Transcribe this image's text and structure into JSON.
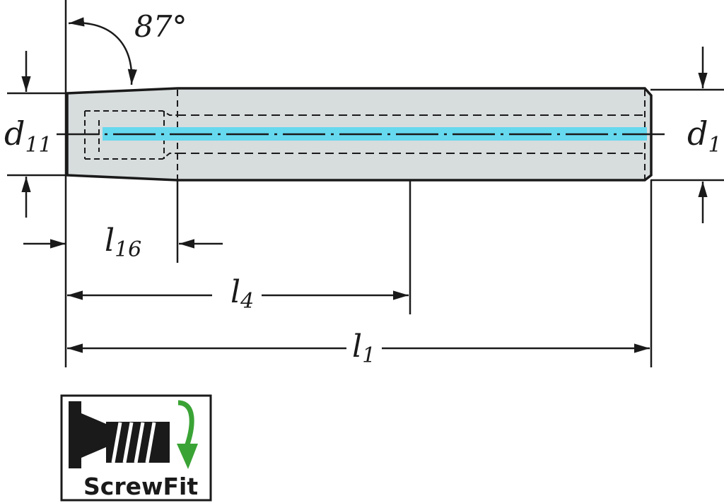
{
  "drawing": {
    "angle_label": "87°",
    "diameters": {
      "shank": {
        "symbol": "d",
        "subscript": "11"
      },
      "body": {
        "symbol": "d",
        "subscript": "1"
      }
    },
    "lengths": {
      "l16": {
        "symbol": "l",
        "subscript": "16"
      },
      "l4": {
        "symbol": "l",
        "subscript": "4"
      },
      "l1": {
        "symbol": "l",
        "subscript": "1"
      }
    }
  },
  "logo": {
    "label": "ScrewFit",
    "icon": "screw-thread-icon",
    "arrow_icon": "curved-arrow-icon"
  },
  "colors": {
    "line": "#1a1a1a",
    "body_fill": "#d7dcdd",
    "coolant": "#66d9ef",
    "arrow_green": "#3aa335"
  }
}
